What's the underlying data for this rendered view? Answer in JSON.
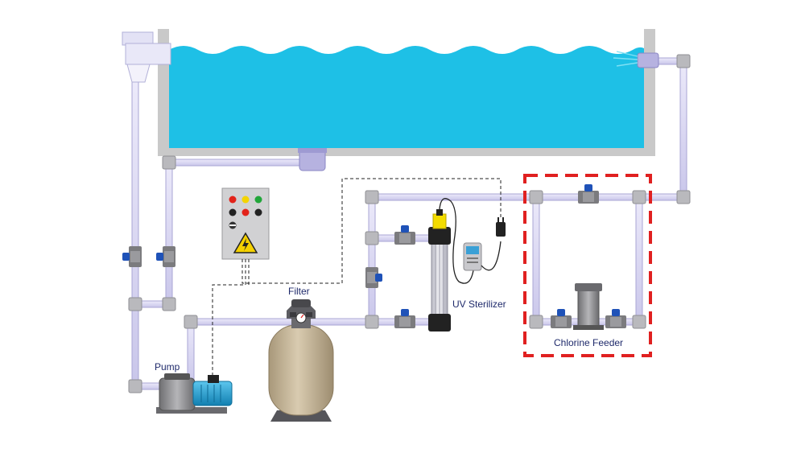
{
  "labels": {
    "filter": "Filter",
    "pump": "Pump",
    "uv_sterilizer": "UV Sterilizer",
    "chlorine_feeder": "Chlorine Feeder"
  },
  "colors": {
    "water": "#1ec0e6",
    "pipe": "#d7d5f0",
    "pipe_edge": "#a9a6d4",
    "wall": "#c9c9c9",
    "valve": "#7b7b7e",
    "valve_handle": "#1f52b8",
    "highlight_box": "#e02020",
    "pump_motor": "#1fa3d8",
    "filter_tank": "#c8b89a",
    "label_text": "#1f2a6b"
  },
  "icons": {
    "control_box_warning": "high-voltage-warning-icon"
  }
}
